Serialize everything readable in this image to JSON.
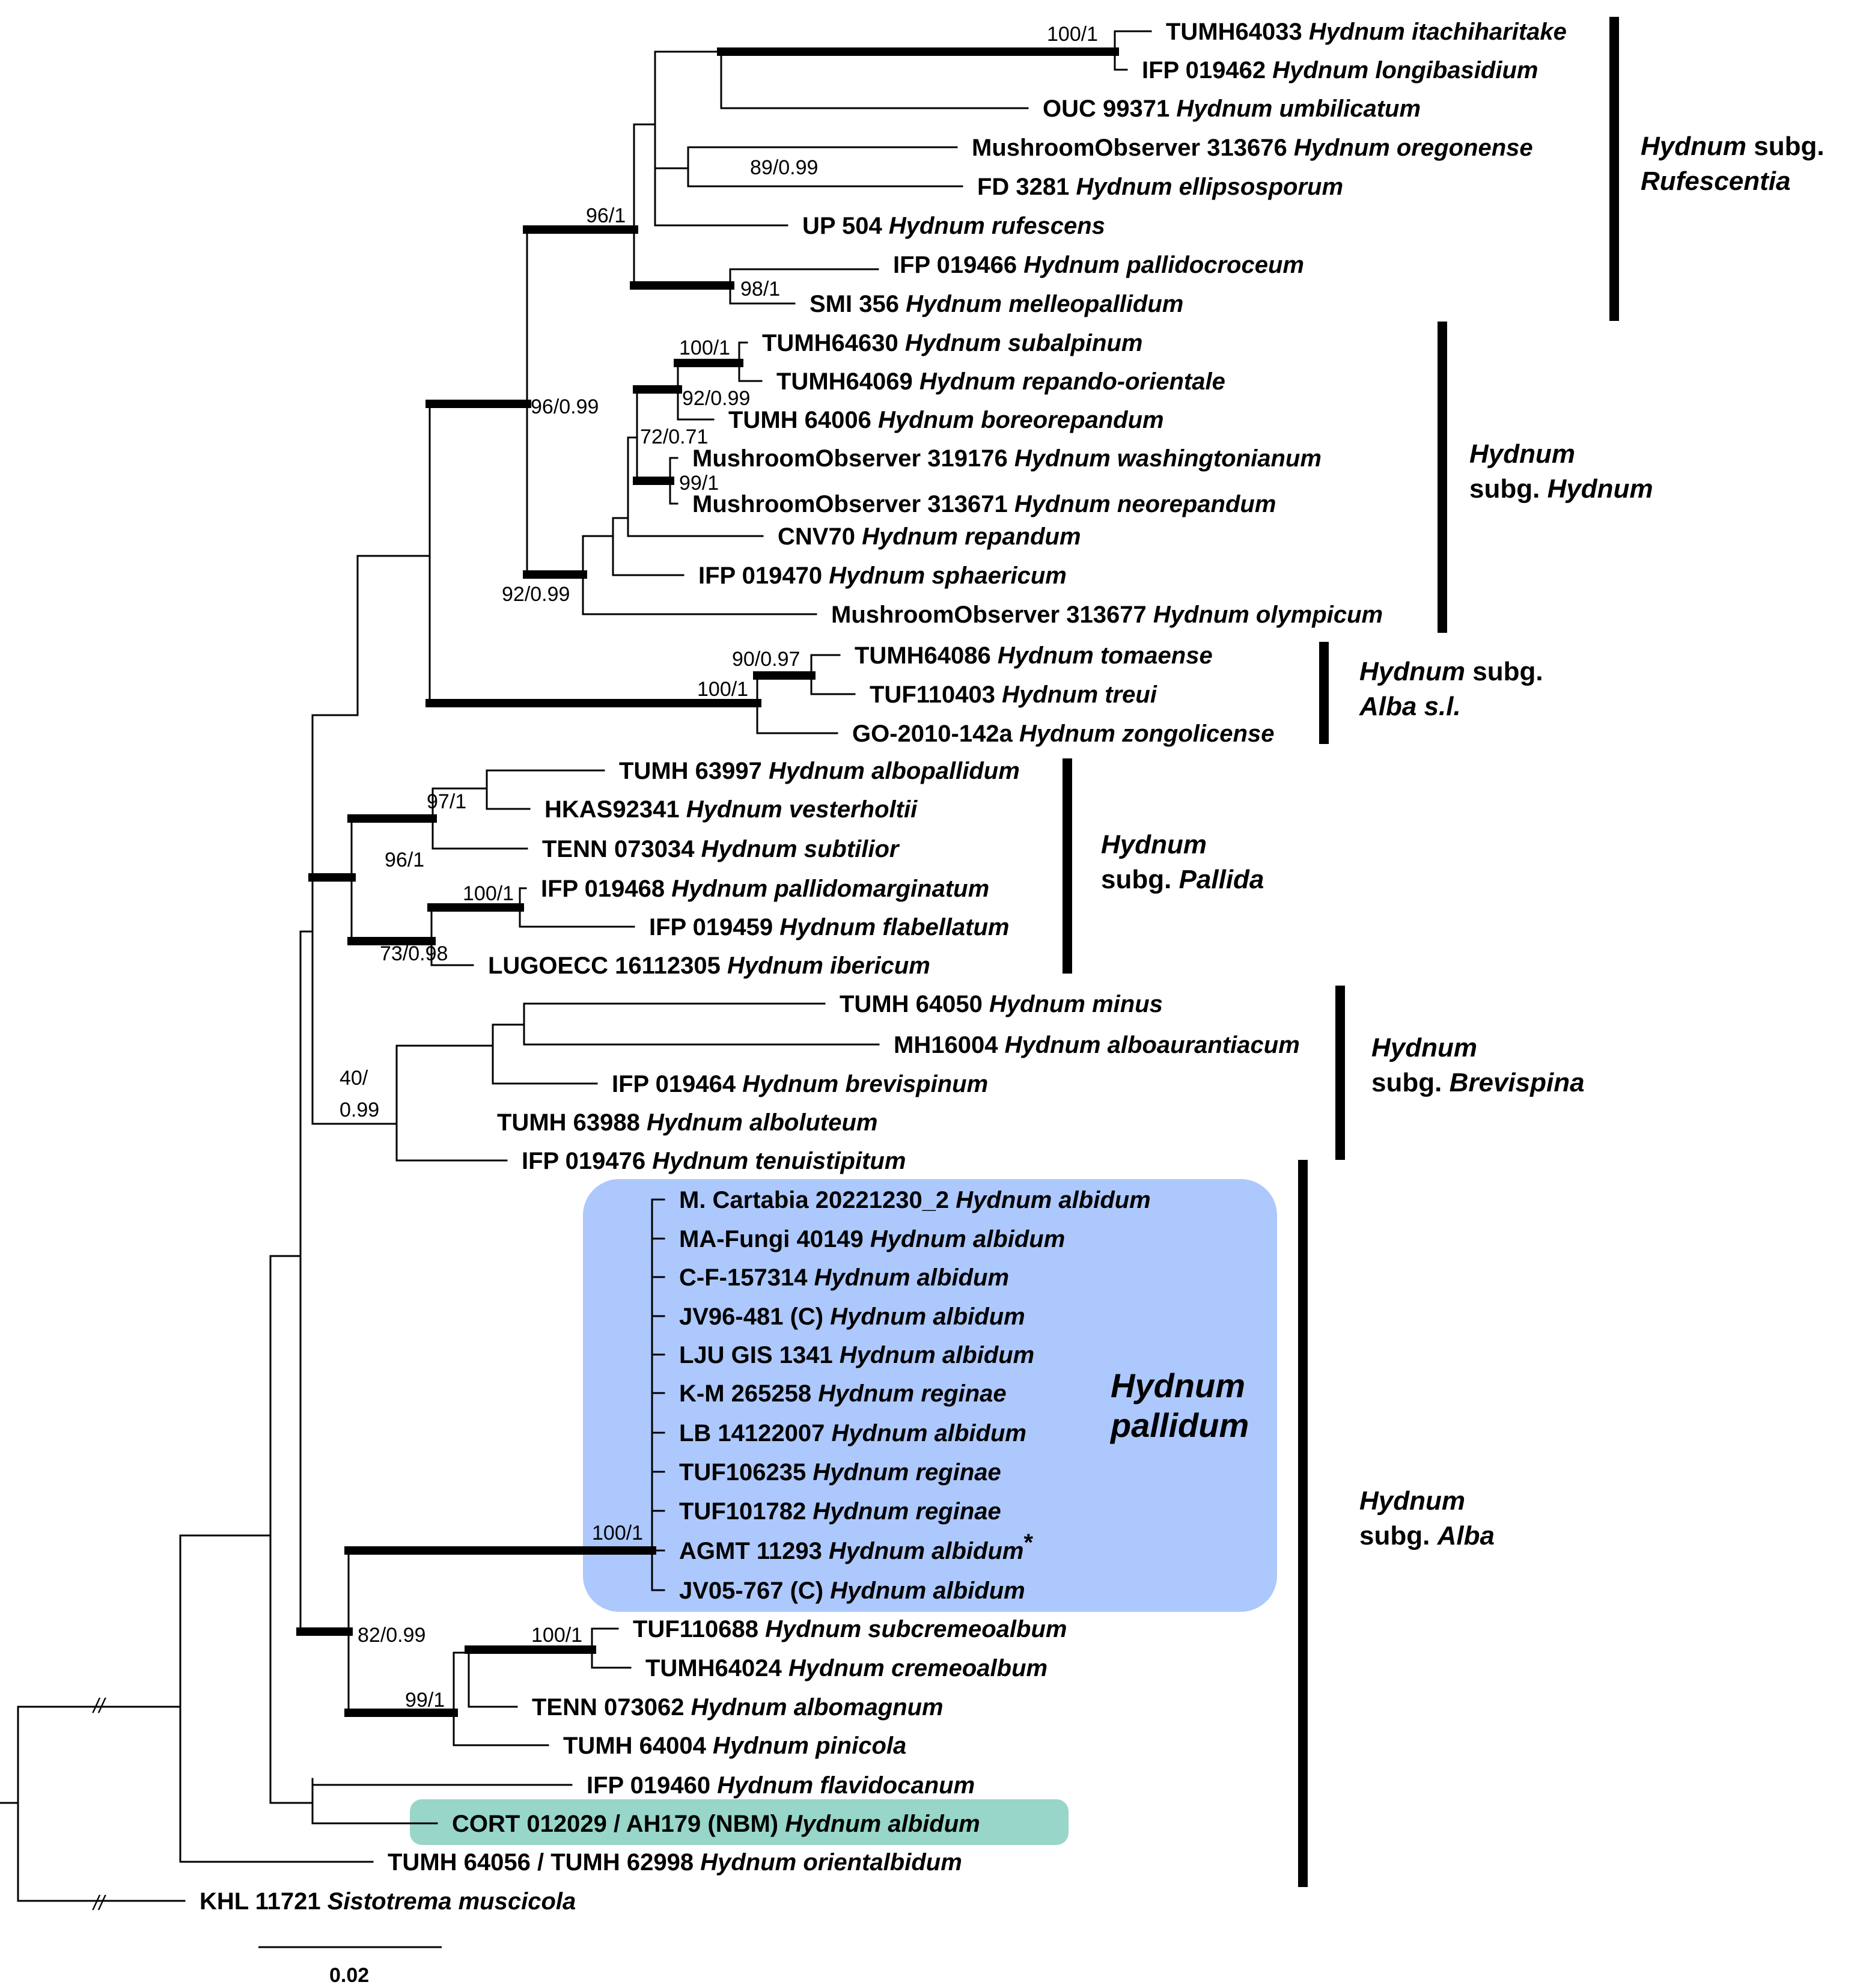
{
  "tips": [
    {
      "id": "t1",
      "voucher": "TUMH64033",
      "species": "Hydnum itachiharitake"
    },
    {
      "id": "t2",
      "voucher": "IFP 019462",
      "species": "Hydnum longibasidium"
    },
    {
      "id": "t3",
      "voucher": "OUC 99371",
      "species": "Hydnum umbilicatum"
    },
    {
      "id": "t4",
      "voucher": "MushroomObserver 313676",
      "species": "Hydnum oregonense"
    },
    {
      "id": "t5",
      "voucher": "FD 3281",
      "species": "Hydnum ellipsosporum"
    },
    {
      "id": "t6",
      "voucher": "UP 504",
      "species": "Hydnum rufescens"
    },
    {
      "id": "t7",
      "voucher": "IFP 019466",
      "species": "Hydnum pallidocroceum"
    },
    {
      "id": "t8",
      "voucher": "SMI 356",
      "species": "Hydnum melleopallidum"
    },
    {
      "id": "t9",
      "voucher": "TUMH64630",
      "species": "Hydnum subalpinum"
    },
    {
      "id": "t10",
      "voucher": "TUMH64069",
      "species": "Hydnum repando-orientale"
    },
    {
      "id": "t11",
      "voucher": "TUMH 64006",
      "species": "Hydnum boreorepandum"
    },
    {
      "id": "t12",
      "voucher": "MushroomObserver 319176",
      "species": "Hydnum washingtonianum"
    },
    {
      "id": "t13",
      "voucher": "MushroomObserver 313671",
      "species": "Hydnum neorepandum"
    },
    {
      "id": "t14",
      "voucher": "CNV70",
      "species": "Hydnum repandum"
    },
    {
      "id": "t15",
      "voucher": "IFP 019470",
      "species": "Hydnum sphaericum"
    },
    {
      "id": "t16",
      "voucher": "MushroomObserver 313677",
      "species": "Hydnum olympicum"
    },
    {
      "id": "t17",
      "voucher": "TUMH64086",
      "species": "Hydnum tomaense"
    },
    {
      "id": "t18",
      "voucher": "TUF110403",
      "species": "Hydnum treui"
    },
    {
      "id": "t19",
      "voucher": "GO-2010-142a",
      "species": "Hydnum zongolicense"
    },
    {
      "id": "t20",
      "voucher": "TUMH 63997",
      "species": "Hydnum albopallidum"
    },
    {
      "id": "t21",
      "voucher": "HKAS92341",
      "species": "Hydnum vesterholtii"
    },
    {
      "id": "t22",
      "voucher": "TENN 073034",
      "species": "Hydnum subtilior"
    },
    {
      "id": "t23",
      "voucher": "IFP 019468",
      "species": "Hydnum pallidomarginatum"
    },
    {
      "id": "t24",
      "voucher": "IFP 019459",
      "species": "Hydnum flabellatum"
    },
    {
      "id": "t25",
      "voucher": "LUGOECC 16112305",
      "species": "Hydnum ibericum"
    },
    {
      "id": "t26",
      "voucher": "TUMH 64050",
      "species": "Hydnum minus"
    },
    {
      "id": "t27",
      "voucher": "MH16004",
      "species": "Hydnum alboaurantiacum"
    },
    {
      "id": "t28",
      "voucher": "IFP 019464",
      "species": "Hydnum brevispinum"
    },
    {
      "id": "t29",
      "voucher": "TUMH 63988",
      "species": "Hydnum alboluteum"
    },
    {
      "id": "t30",
      "voucher": "IFP 019476",
      "species": "Hydnum tenuistipitum"
    },
    {
      "id": "t31",
      "voucher": "M. Cartabia 20221230_2",
      "species": "Hydnum albidum"
    },
    {
      "id": "t32",
      "voucher": "MA-Fungi 40149",
      "species": "Hydnum albidum"
    },
    {
      "id": "t33",
      "voucher": "C-F-157314",
      "species": "Hydnum albidum"
    },
    {
      "id": "t34",
      "voucher": "JV96-481 (C)",
      "species": "Hydnum albidum"
    },
    {
      "id": "t35",
      "voucher": "LJU GIS 1341",
      "species": "Hydnum albidum"
    },
    {
      "id": "t36",
      "voucher": "K-M 265258",
      "species": "Hydnum reginae"
    },
    {
      "id": "t37",
      "voucher": "LB 14122007",
      "species": "Hydnum albidum"
    },
    {
      "id": "t38",
      "voucher": "TUF106235",
      "species": "Hydnum reginae"
    },
    {
      "id": "t39",
      "voucher": "TUF101782",
      "species": "Hydnum reginae"
    },
    {
      "id": "t40",
      "voucher": "AGMT 11293",
      "species": "Hydnum albidum",
      "mark": "*"
    },
    {
      "id": "t41",
      "voucher": "JV05-767 (C)",
      "species": "Hydnum albidum"
    },
    {
      "id": "t42",
      "voucher": "TUF110688",
      "species": "Hydnum subcremeoalbum"
    },
    {
      "id": "t43",
      "voucher": "TUMH64024",
      "species": "Hydnum cremeoalbum"
    },
    {
      "id": "t44",
      "voucher": "TENN 073062",
      "species": "Hydnum albomagnum"
    },
    {
      "id": "t45",
      "voucher": "TUMH 64004",
      "species": "Hydnum pinicola"
    },
    {
      "id": "t46",
      "voucher": "IFP 019460",
      "species": "Hydnum flavidocanum"
    },
    {
      "id": "t47",
      "voucher": "CORT 012029 / AH179 (NBM)",
      "species": "Hydnum albidum"
    },
    {
      "id": "t48",
      "voucher": "TUMH 64056 / TUMH 62998",
      "species": "Hydnum orientalbidum"
    },
    {
      "id": "t49",
      "voucher": "KHL 11721",
      "species": "Sistotrema muscicola"
    }
  ],
  "support_values": [
    "100/1",
    "89/0.99",
    "96/1",
    "98/1",
    "96/0.99",
    "100/1",
    "92/0.99",
    "72/0.71",
    "99/1",
    "92/0.99",
    "90/0.97",
    "100/1",
    "97/1",
    "96/1",
    "100/1",
    "73/0.98",
    "40/",
    "0.99",
    "100/1",
    "82/0.99",
    "100/1",
    "99/1"
  ],
  "clades": [
    {
      "italic": "Hydnum",
      "normal": " subg.",
      "line2_italic": "Rufescentia",
      "line2_prefix": ""
    },
    {
      "italic": "Hydnum",
      "normal": "",
      "line2_prefix": "subg. ",
      "line2_italic": "Hydnum"
    },
    {
      "italic": "Hydnum",
      "normal": " subg.",
      "line2_prefix": "",
      "line2_italic": "Alba s.l."
    },
    {
      "italic": "Hydnum",
      "normal": "",
      "line2_prefix": "subg. ",
      "line2_italic": "Pallida"
    },
    {
      "italic": "Hydnum",
      "normal": "",
      "line2_prefix": "subg. ",
      "line2_italic": "Brevispina"
    },
    {
      "italic": "Hydnum",
      "normal": "",
      "line2_prefix": "subg. ",
      "line2_italic": "Alba"
    }
  ],
  "highlight_label": [
    "Hydnum",
    "pallidum"
  ],
  "break_mark": "//",
  "scale_bar_label": "0.02",
  "colors": {
    "highlight_blue": "#adc8fd",
    "highlight_green": "#97d6c9",
    "line": "#000000"
  }
}
